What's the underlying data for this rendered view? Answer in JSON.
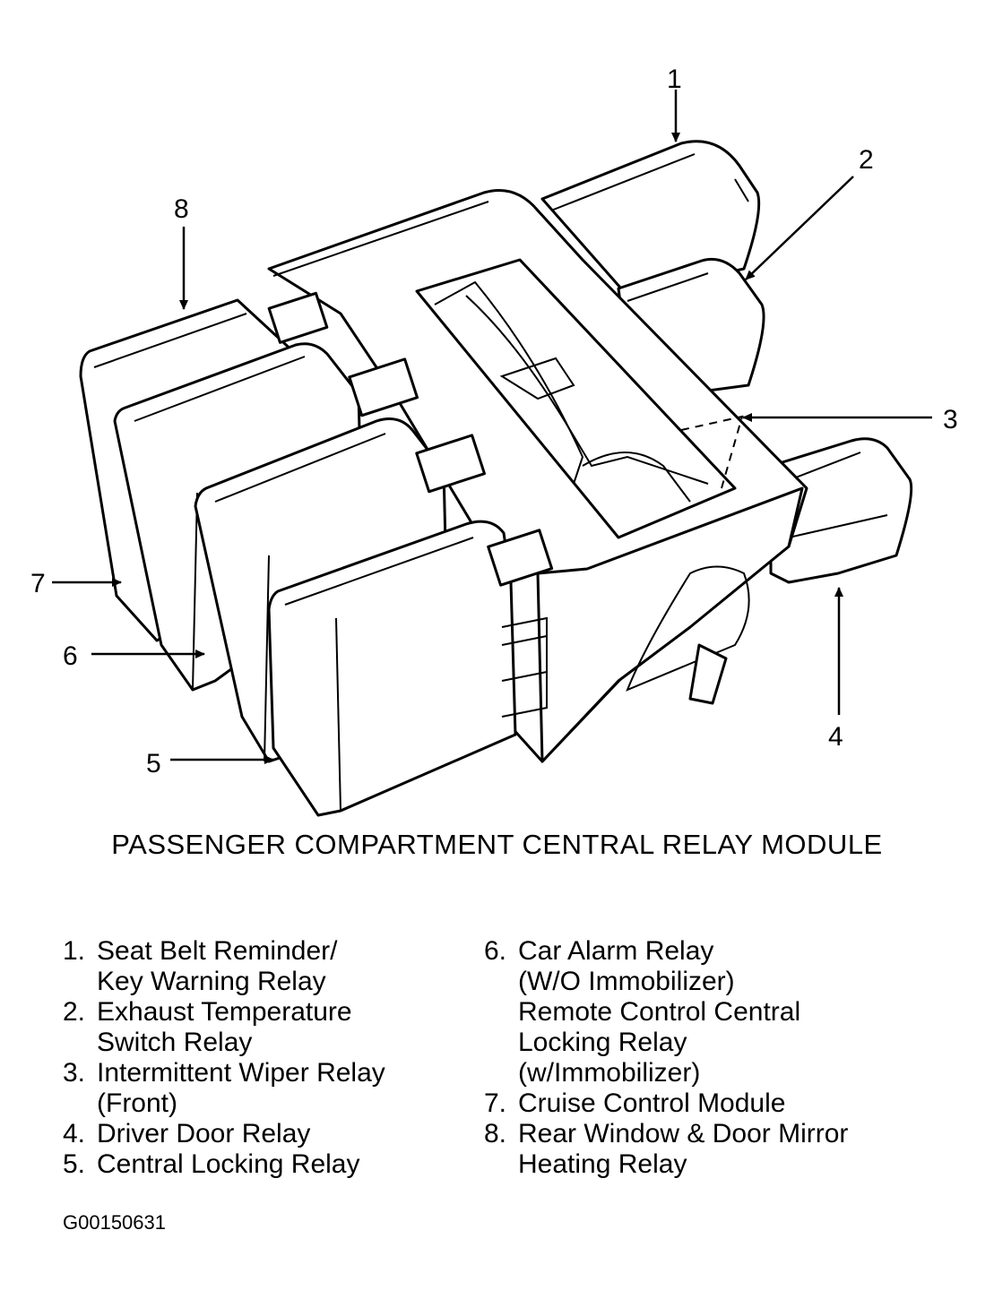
{
  "callouts": [
    {
      "id": "1",
      "label": "1"
    },
    {
      "id": "2",
      "label": "2"
    },
    {
      "id": "3",
      "label": "3"
    },
    {
      "id": "4",
      "label": "4"
    },
    {
      "id": "5",
      "label": "5"
    },
    {
      "id": "6",
      "label": "6"
    },
    {
      "id": "7",
      "label": "7"
    },
    {
      "id": "8",
      "label": "8"
    }
  ],
  "title": "PASSENGER COMPARTMENT CENTRAL RELAY MODULE",
  "legend": {
    "left": [
      {
        "num": "1.",
        "text": "Seat Belt Reminder/\nKey Warning Relay"
      },
      {
        "num": "2.",
        "text": "Exhaust Temperature\nSwitch Relay"
      },
      {
        "num": "3.",
        "text": "Intermittent Wiper Relay\n(Front)"
      },
      {
        "num": "4.",
        "text": "Driver Door Relay"
      },
      {
        "num": "5.",
        "text": "Central Locking Relay"
      }
    ],
    "right": [
      {
        "num": "6.",
        "text": "Car Alarm Relay\n(W/O Immobilizer)\nRemote Control Central\nLocking Relay\n(w/Immobilizer)"
      },
      {
        "num": "7.",
        "text": "Cruise Control Module"
      },
      {
        "num": "8.",
        "text": "Rear Window & Door Mirror\nHeating Relay"
      }
    ]
  },
  "figure_id": "G00150631"
}
